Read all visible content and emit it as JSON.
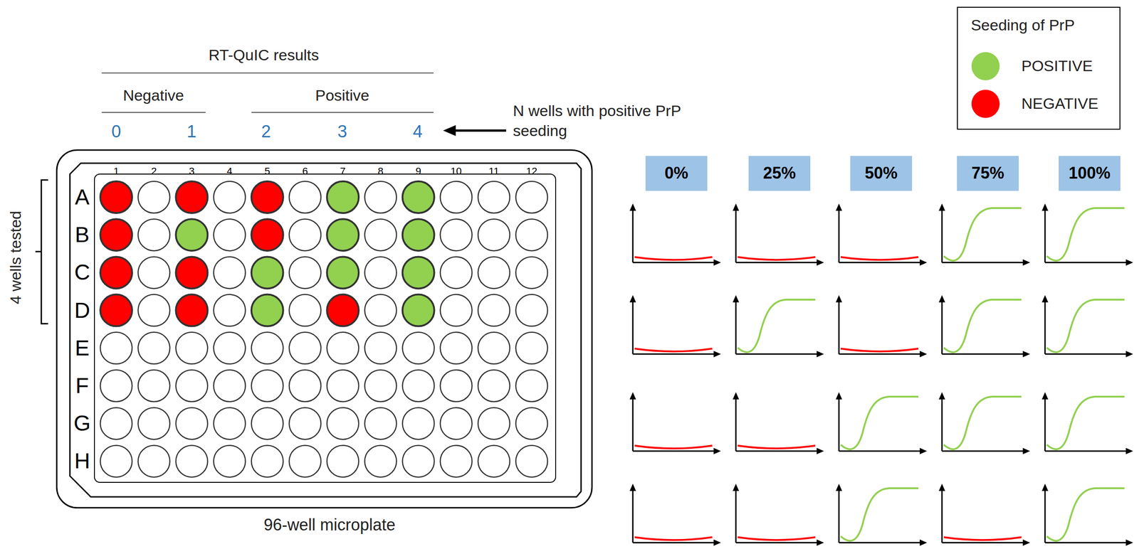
{
  "diagram": {
    "nodes": [
      {
        "text": [
          "0%"
        ]
      },
      {
        "text": [
          "25%"
        ]
      },
      {
        "text": [
          "50%"
        ]
      },
      {
        "text": [
          "75%"
        ]
      },
      {
        "text": [
          "100%"
        ]
      }
    ],
    "edges": [],
    "labels": [
      "RT-QuIC results",
      "Negative",
      "Positive",
      "0",
      "1",
      "2",
      "3",
      "4",
      "N wells with positive PrP seeding",
      "Seeding of PrP",
      "4 wells tested",
      "1",
      "2",
      "3",
      "4",
      "5",
      "6",
      "7",
      "8",
      "9",
      "10",
      "11",
      "12",
      "A",
      "B",
      "C",
      "D",
      "E",
      "F",
      "G",
      "H",
      "96-well microplate"
    ],
    "legend": [
      {
        "text": "POSITIVE",
        "color": "#92d050"
      },
      {
        "text": "NEGATIVE",
        "color": "#ff0000"
      }
    ]
  }
}
